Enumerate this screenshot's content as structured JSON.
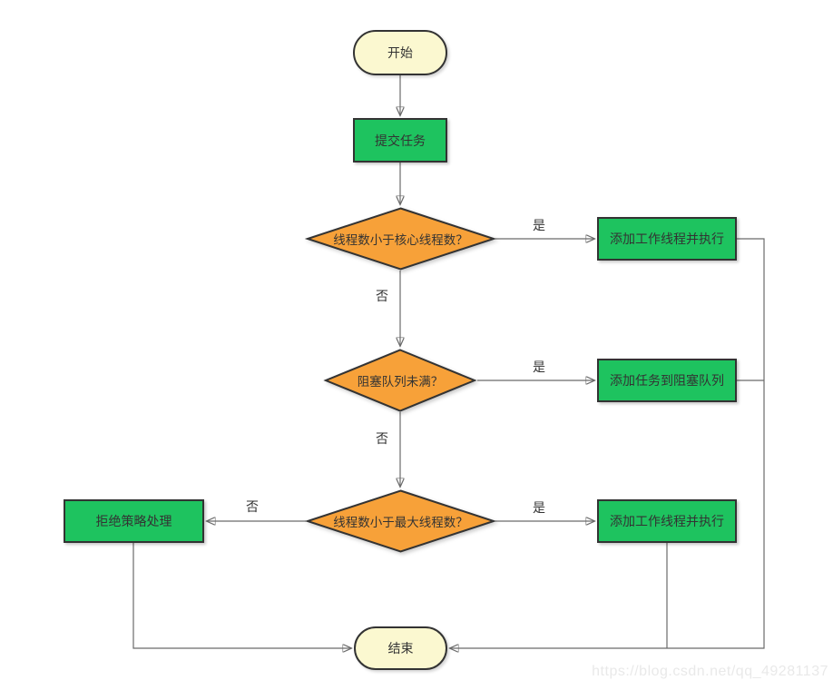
{
  "diagram": {
    "title": "thread-pool-execution-flowchart",
    "nodes": {
      "start": "开始",
      "submit_task": "提交任务",
      "decision_core": "线程数小于核心线程数？",
      "add_worker_1": "添加工作线程并执行",
      "decision_queue": "阻塞队列未满？",
      "add_task_queue": "添加任务到阻塞队列",
      "decision_max": "线程数小于最大线程数？",
      "add_worker_2": "添加工作线程并执行",
      "reject_policy": "拒绝策略处理",
      "end": "结束"
    },
    "edge_labels": {
      "yes_core": "是",
      "no_core": "否",
      "yes_queue": "是",
      "no_queue": "否",
      "yes_max": "是",
      "no_max": "否"
    },
    "colors": {
      "terminal_fill": "#fbf8d0",
      "process_fill": "#1ec35f",
      "decision_fill": "#f7a139",
      "shape_border": "#333333",
      "connector": "#6b6b6b",
      "text": "#333333",
      "watermark": "#e9e9e9"
    }
  },
  "watermark": "https://blog.csdn.net/qq_49281137"
}
